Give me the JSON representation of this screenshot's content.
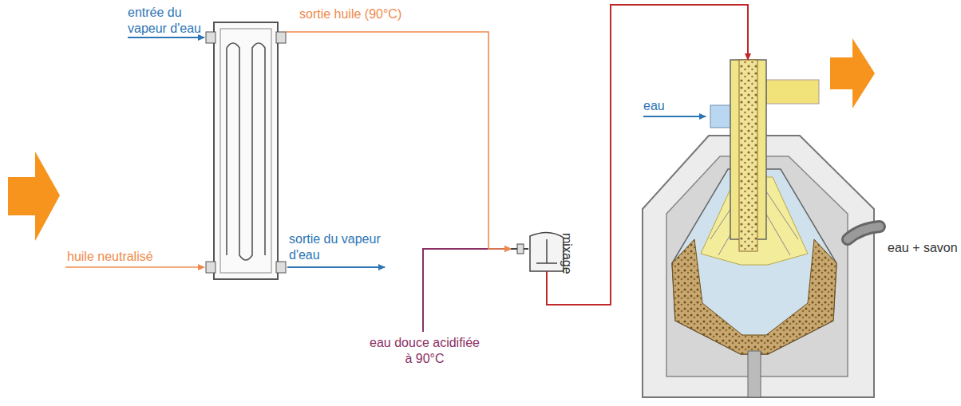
{
  "diagram": {
    "nodes": [
      {
        "text": [
          "entrée du vapeur d'eau",
          "sortie du vapeur d'eau"
        ]
      },
      {
        "text": [
          "mixage"
        ]
      },
      {
        "text": [
          "eau",
          "eau + savon"
        ]
      }
    ],
    "edges": [
      {
        "from": 0,
        "to": 1,
        "arrow": "to",
        "label": "sortie huile (90°C)"
      },
      {
        "from": 1,
        "to": 2,
        "arrow": "to"
      }
    ],
    "labels": [
      "huile neutralisé",
      "eau douce acidifiée à 90°C"
    ]
  }
}
